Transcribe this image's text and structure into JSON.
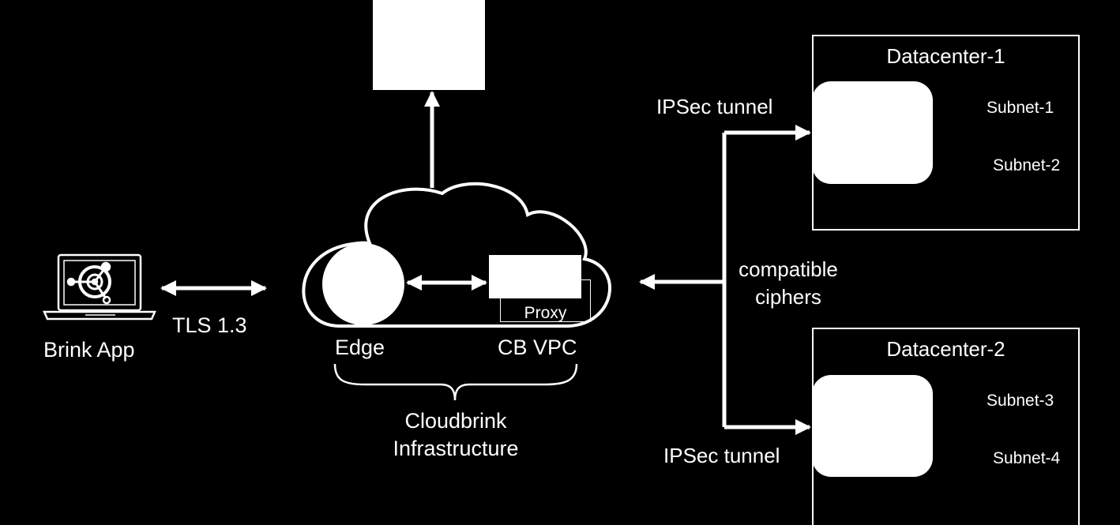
{
  "colors": {
    "background": "#000000",
    "foreground": "#ffffff"
  },
  "client": {
    "label": "Brink App",
    "icon": "laptop-brink-logo-icon"
  },
  "links": {
    "tls": "TLS 1.3",
    "ipsec_top": "IPSec tunnel",
    "ipsec_bottom": "IPSec tunnel",
    "ciphers_line1": "compatible",
    "ciphers_line2": "ciphers"
  },
  "cloud": {
    "edge_label": "Edge",
    "vpc_label": "CB VPC",
    "proxy_label": "Proxy",
    "infra_line1": "Cloudbrink",
    "infra_line2": "Infrastructure"
  },
  "datacenters": [
    {
      "title": "Datacenter-1",
      "subnets": [
        "Subnet-1",
        "Subnet-2"
      ]
    },
    {
      "title": "Datacenter-2",
      "subnets": [
        "Subnet-3",
        "Subnet-4"
      ]
    }
  ]
}
